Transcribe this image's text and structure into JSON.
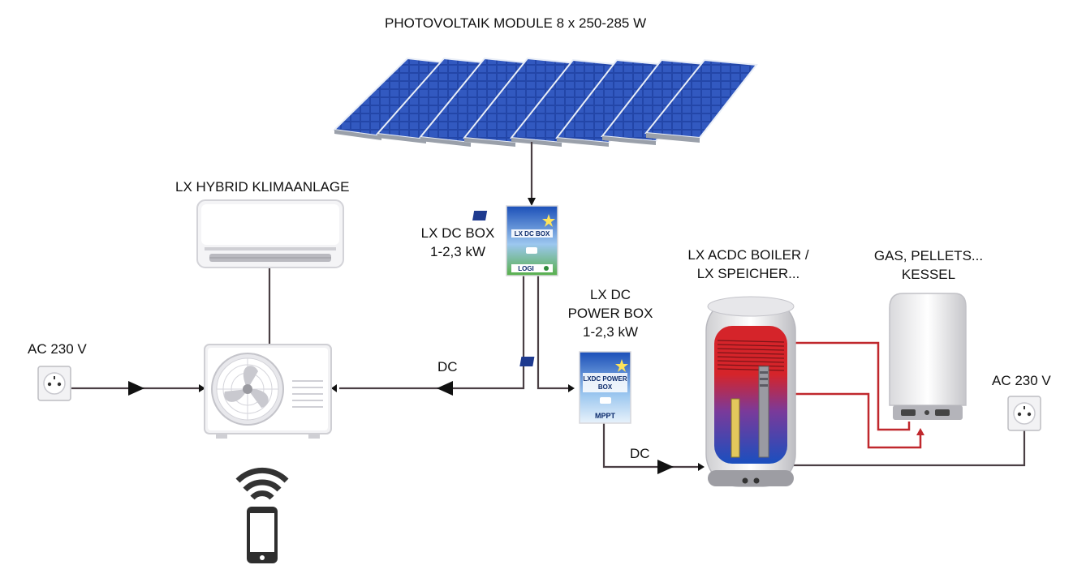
{
  "labels": {
    "pv_modules": "PHOTOVOLTAIK MODULE  8 x 250-285 W",
    "hybrid_ac": "LX HYBRID KLIMAANLAGE",
    "dc_box_line1": "LX DC BOX",
    "dc_box_line2": "1-2,3 kW",
    "power_box_line1": "LX DC",
    "power_box_line2": "POWER BOX",
    "power_box_line3": "1-2,3 kW",
    "boiler_line1": "LX ACDC BOILER /",
    "boiler_line2": "LX SPEICHER...",
    "kessel_line1": "GAS, PELLETS...",
    "kessel_line2": "KESSEL",
    "ac_left": "AC 230 V",
    "ac_right": "AC 230 V",
    "dc_left": "DC",
    "dc_right": "DC"
  },
  "device_text": {
    "dc_box_panel": "LX DC BOX",
    "dc_box_brand": "LOGI",
    "power_box_panel_1": "LXDC POWER",
    "power_box_panel_2": "BOX",
    "power_box_mppt": "MPPT"
  },
  "icons": {
    "solar": "solar-panel-icon",
    "indoor_unit": "air-conditioner-indoor-icon",
    "outdoor_unit": "air-conditioner-outdoor-icon",
    "wifi": "wifi-icon",
    "phone": "smartphone-icon",
    "socket": "power-socket-icon",
    "boiler": "water-boiler-icon",
    "kessel": "gas-boiler-icon"
  },
  "colors": {
    "panel_blue": "#1f3f9e",
    "hot_pipe": "#c0282d",
    "wire": "#4a3f44",
    "boiler_red": "#d5242a",
    "boiler_blue": "#1a4fbf"
  }
}
